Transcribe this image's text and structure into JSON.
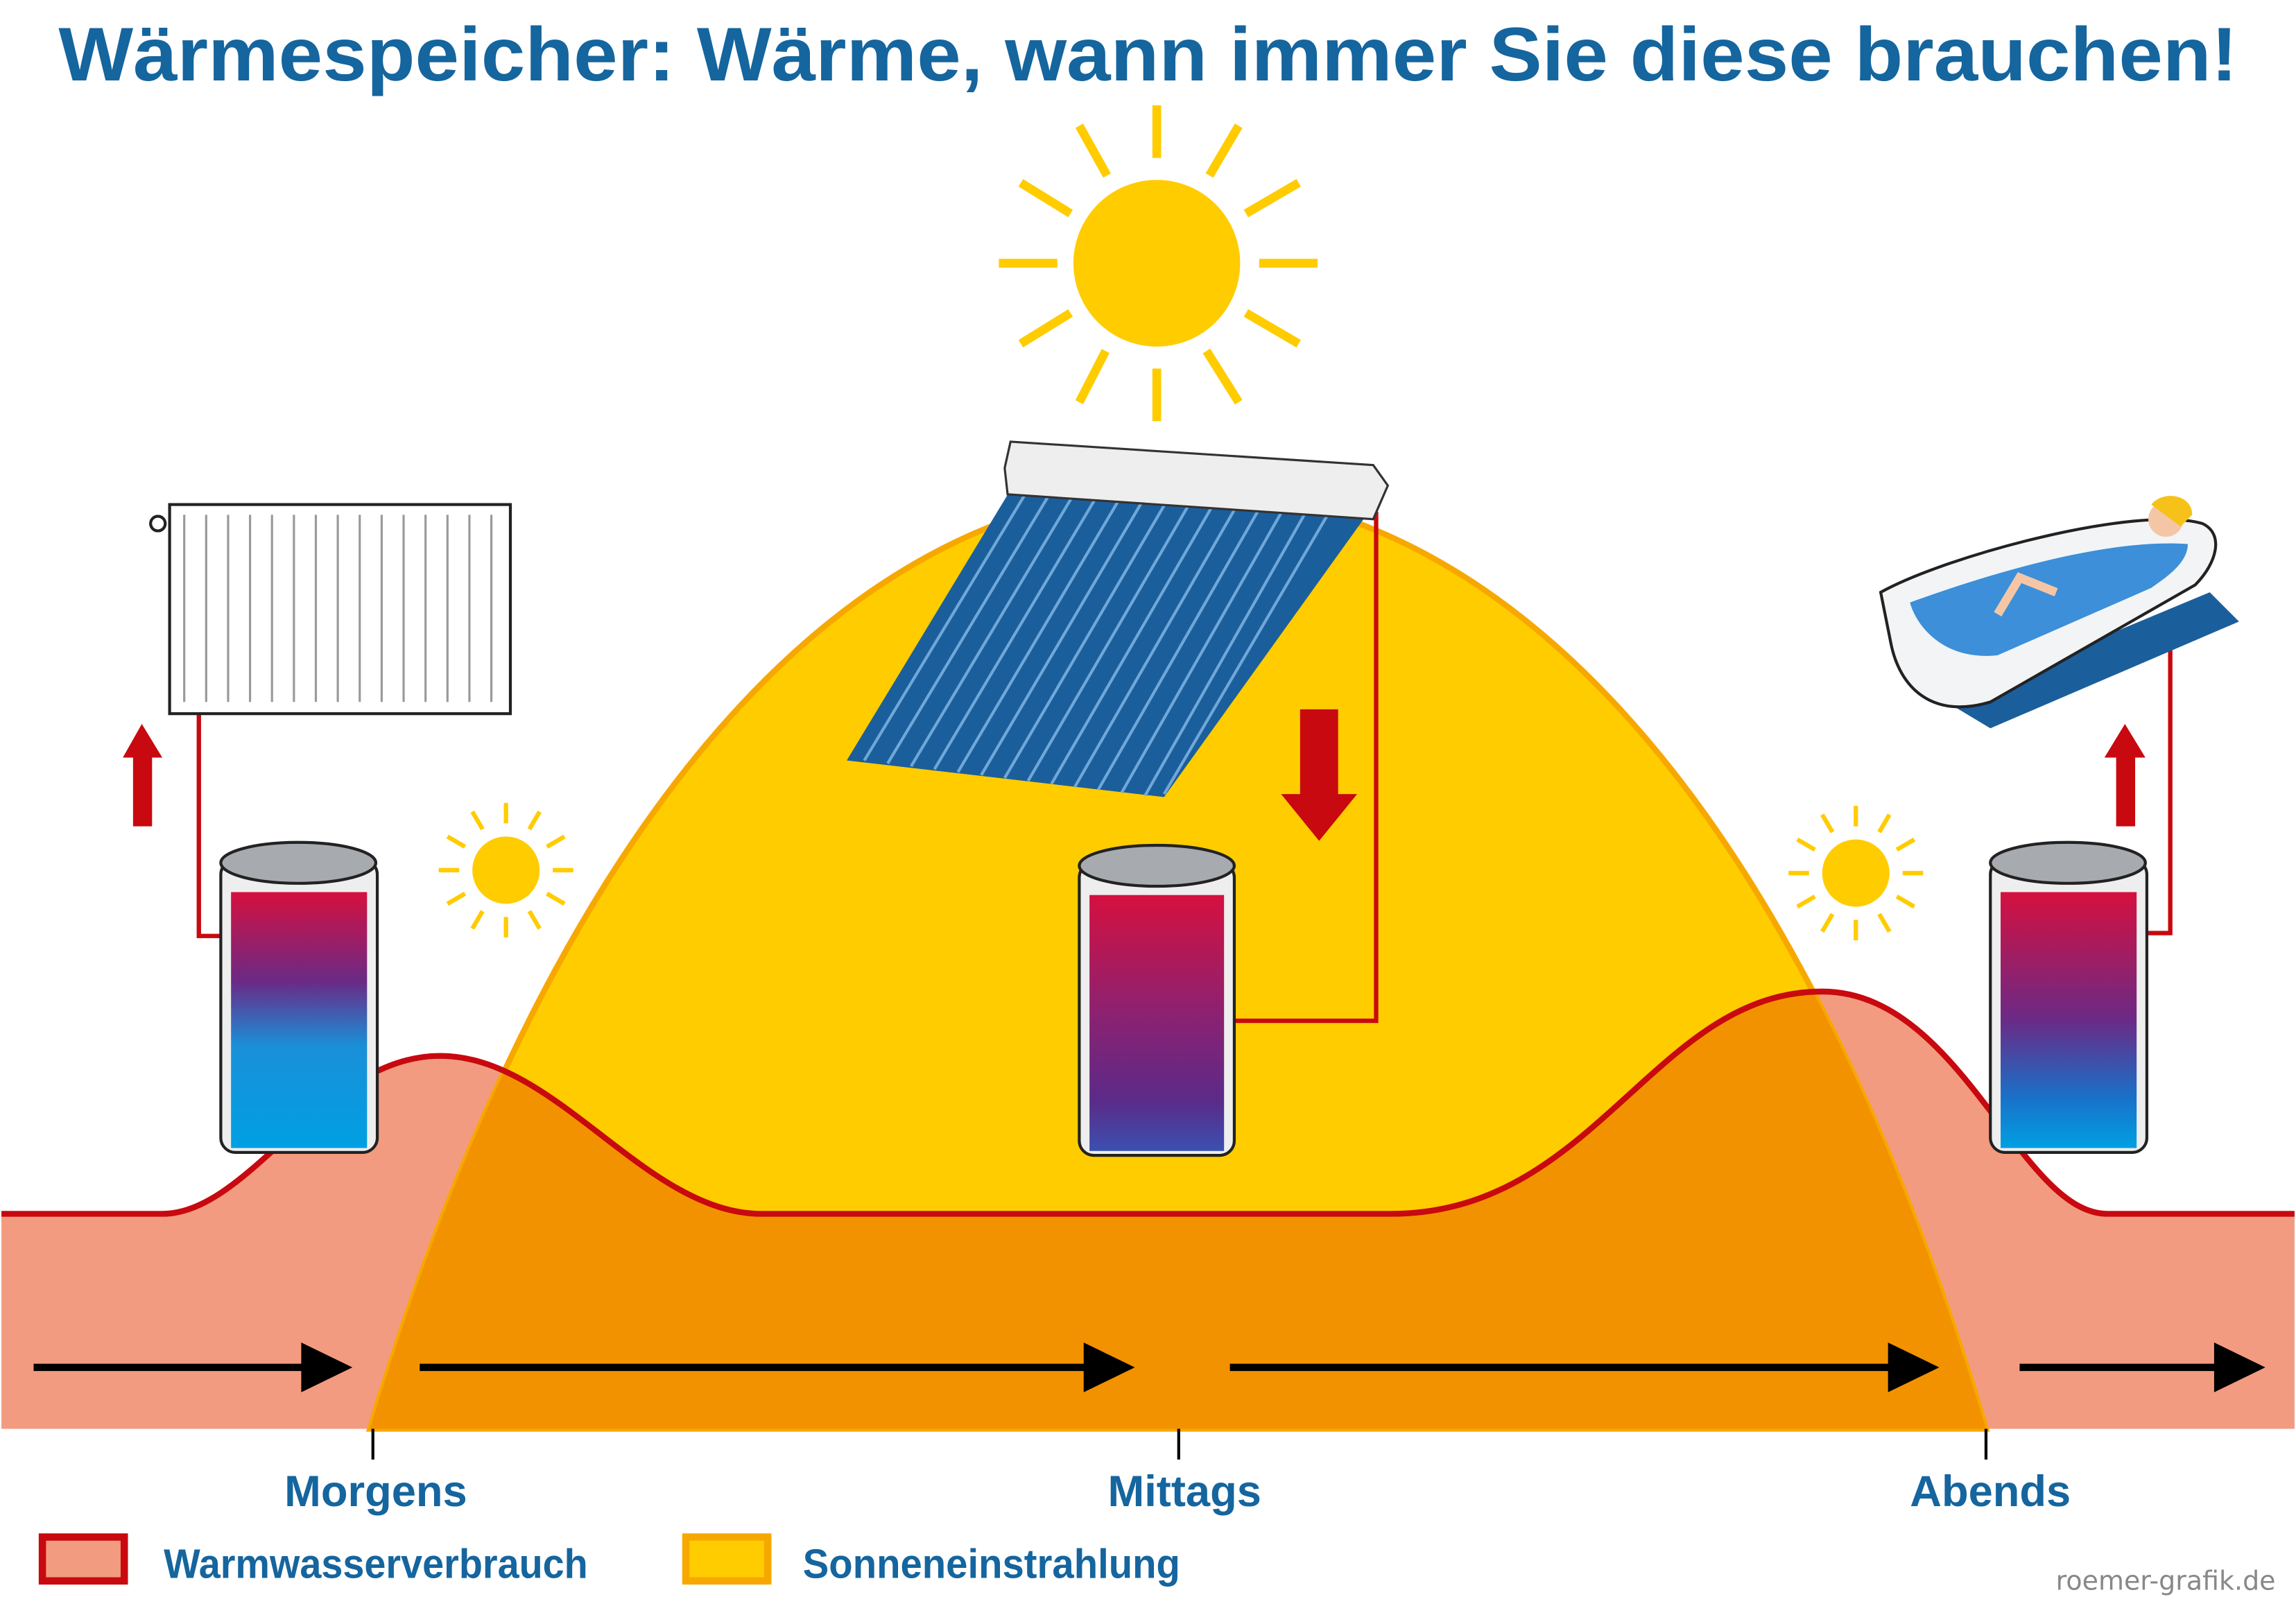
{
  "title": "Wärmespeicher: Wärme, wann immer Sie diese brauchen!",
  "timeline": {
    "morning": "Morgens",
    "noon": "Mittags",
    "evening": "Abends"
  },
  "legend": [
    {
      "label": "Warmwasserverbrauch",
      "fill": "#F39B80",
      "stroke": "#C8090F"
    },
    {
      "label": "Sonneneinstrahlung",
      "fill": "#FFCC00",
      "stroke": "#F7A800"
    }
  ],
  "credit": "roemer-grafik.de",
  "colors": {
    "consumption": "#F39B80",
    "consumption_line": "#C8090F",
    "sun": "#FFCC00",
    "overlap": "#F39200",
    "text": "#15659E"
  }
}
